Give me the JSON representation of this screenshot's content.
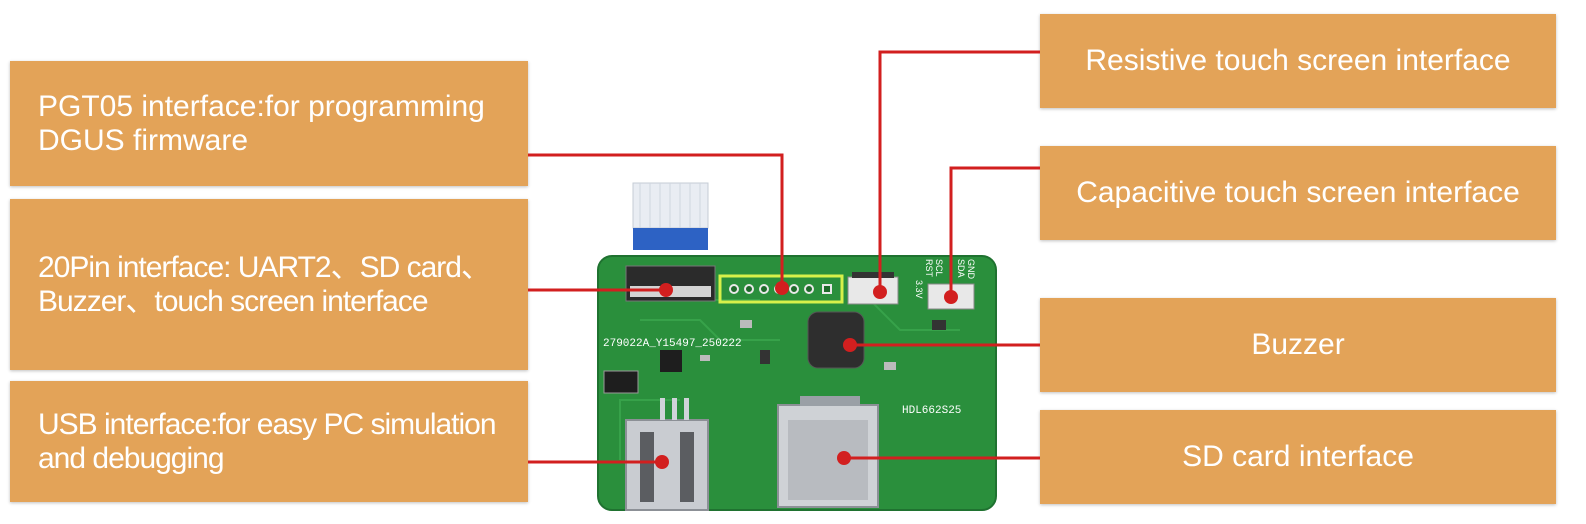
{
  "colors": {
    "callout_bg": "#e3a358",
    "callout_text": "#ffffff",
    "leader_line": "#d21f1f",
    "pcb_green": "#2a8f3c"
  },
  "callouts": {
    "pgt05": "PGT05 interface:for programming\nDGUS firmware",
    "pin20": "20Pin interface: UART2、SD card、\nBuzzer、touch screen interface",
    "usb": "USB interface:for easy PC simulation\nand debugging",
    "resistive": "Resistive touch screen interface",
    "capacitive": "Capacitive touch screen interface",
    "buzzer": "Buzzer",
    "sdcard": "SD card interface"
  },
  "board": {
    "silk_left": "279022A_Y15497_250222",
    "silk_right": "HDL662S25",
    "pin_labels": [
      "3.3V",
      "RST",
      "SCL",
      "SDA",
      "GND"
    ]
  }
}
